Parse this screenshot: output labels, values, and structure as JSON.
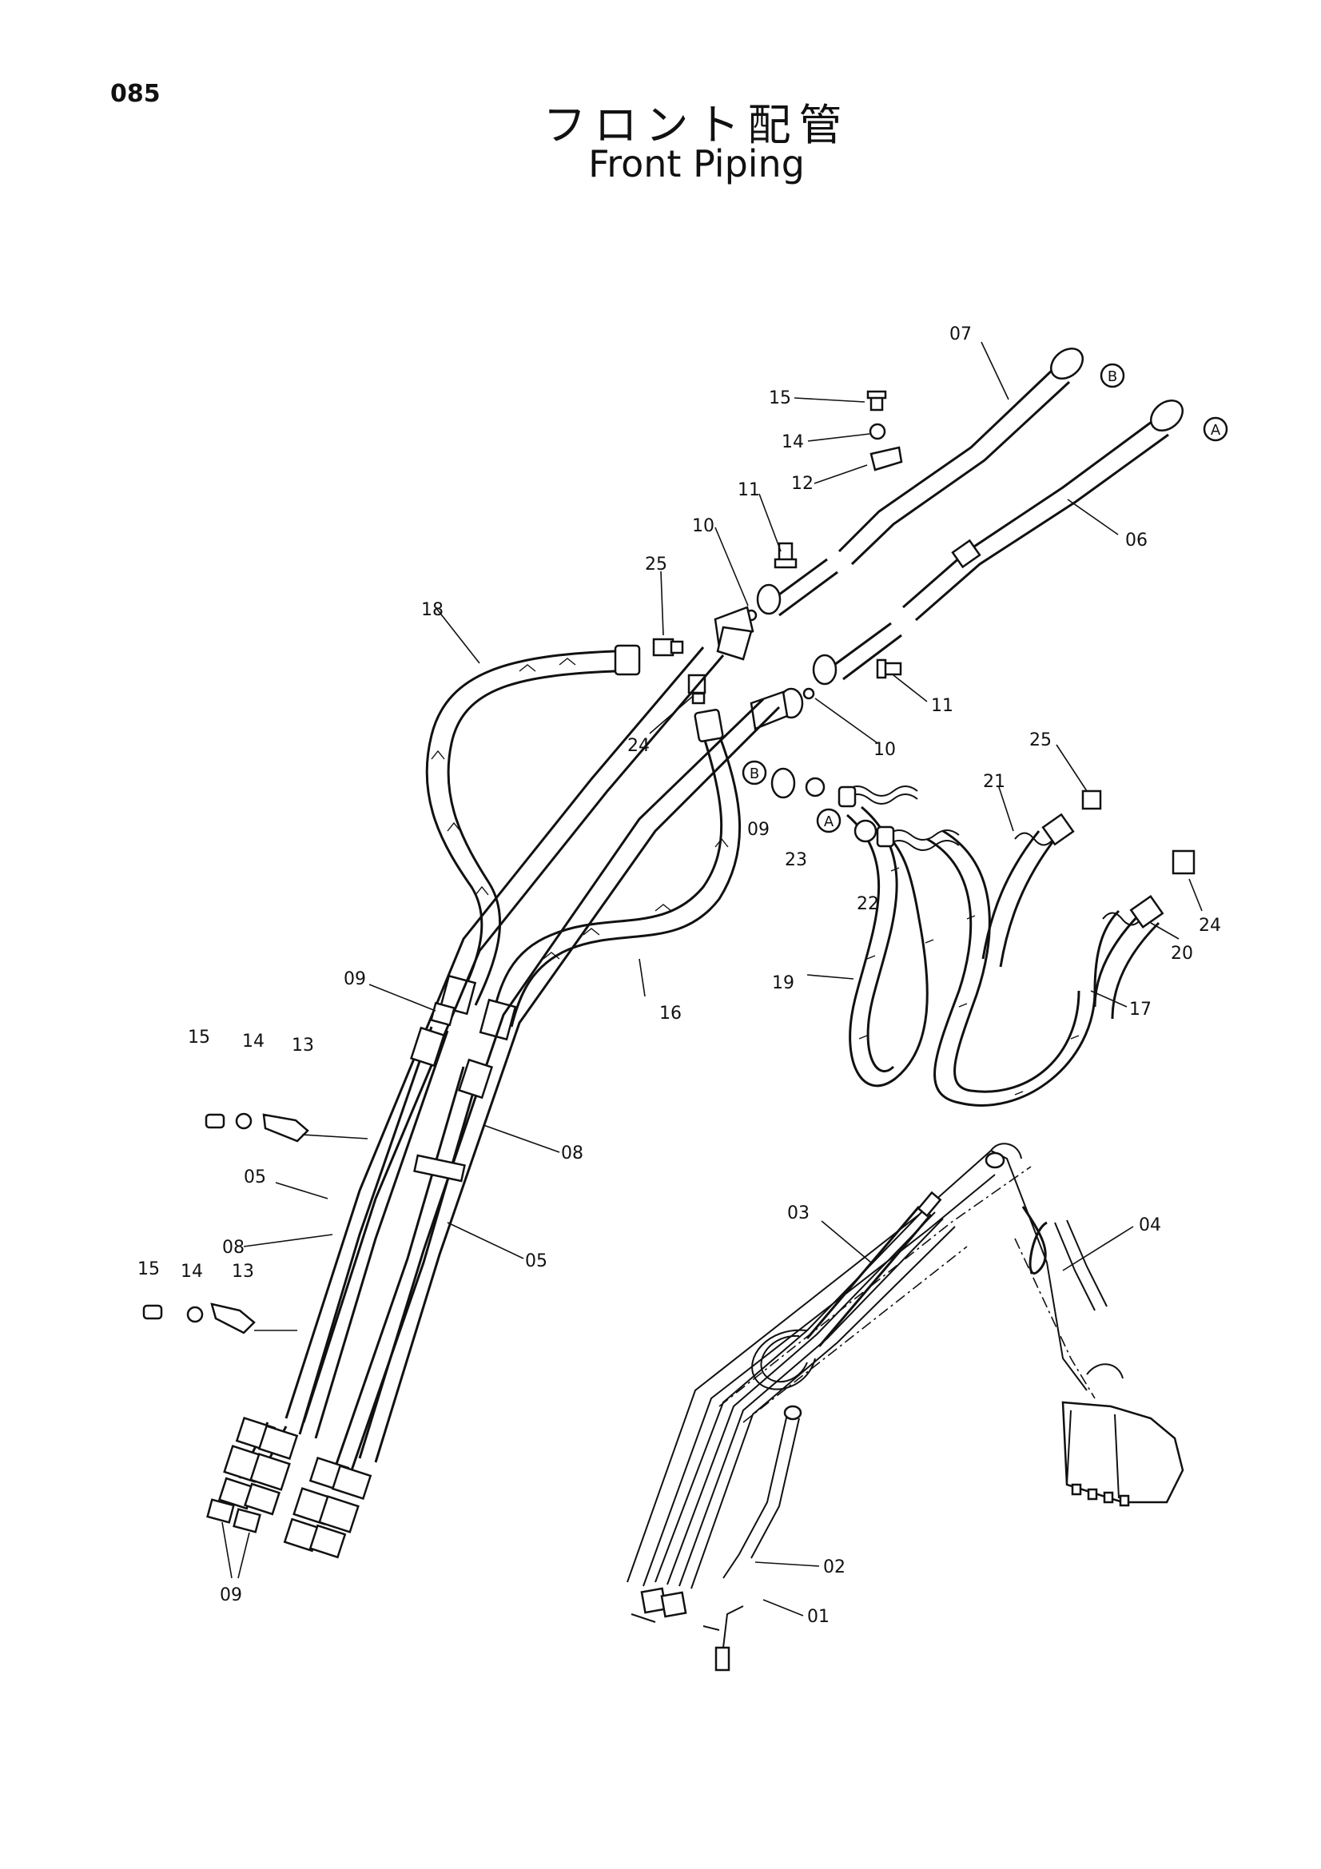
{
  "page": {
    "number": "085",
    "title_jp": "フロント配管",
    "title_en": "Front Piping"
  },
  "callouts": {
    "c01": "01",
    "c02": "02",
    "c03": "03",
    "c04": "04",
    "c05a": "05",
    "c05b": "05",
    "c06": "06",
    "c07": "07",
    "c08a": "08",
    "c08b": "08",
    "c09a": "09",
    "c09b": "09",
    "c09c": "09",
    "c10a": "10",
    "c10b": "10",
    "c11a": "11",
    "c11b": "11",
    "c12": "12",
    "c13a": "13",
    "c13b": "13",
    "c14a": "14",
    "c14b": "14",
    "c14c": "14",
    "c15a": "15",
    "c15b": "15",
    "c15c": "15",
    "c16": "16",
    "c17": "17",
    "c18": "18",
    "c19": "19",
    "c20": "20",
    "c21": "21",
    "c22": "22",
    "c23": "23",
    "c24a": "24",
    "c24b": "24",
    "c25a": "25",
    "c25b": "25"
  },
  "references": {
    "a1": "A",
    "a2": "A",
    "b1": "B",
    "b2": "B"
  }
}
